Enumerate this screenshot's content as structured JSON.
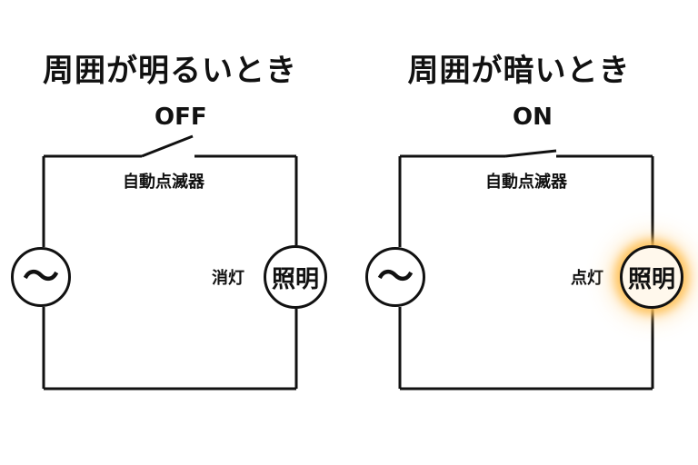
{
  "panels": [
    {
      "title": "周囲が明るいとき",
      "switch_state": "OFF",
      "device_label": "自動点滅器",
      "source_symbol": "〜",
      "lamp_label": "照明",
      "lamp_state": "消灯",
      "lamp_lit": false
    },
    {
      "title": "周囲が暗いとき",
      "switch_state": "ON",
      "device_label": "自動点滅器",
      "source_symbol": "〜",
      "lamp_label": "照明",
      "lamp_state": "点灯",
      "lamp_lit": true
    }
  ],
  "colors": {
    "line": "#111111",
    "glow": "#ffbe50"
  }
}
